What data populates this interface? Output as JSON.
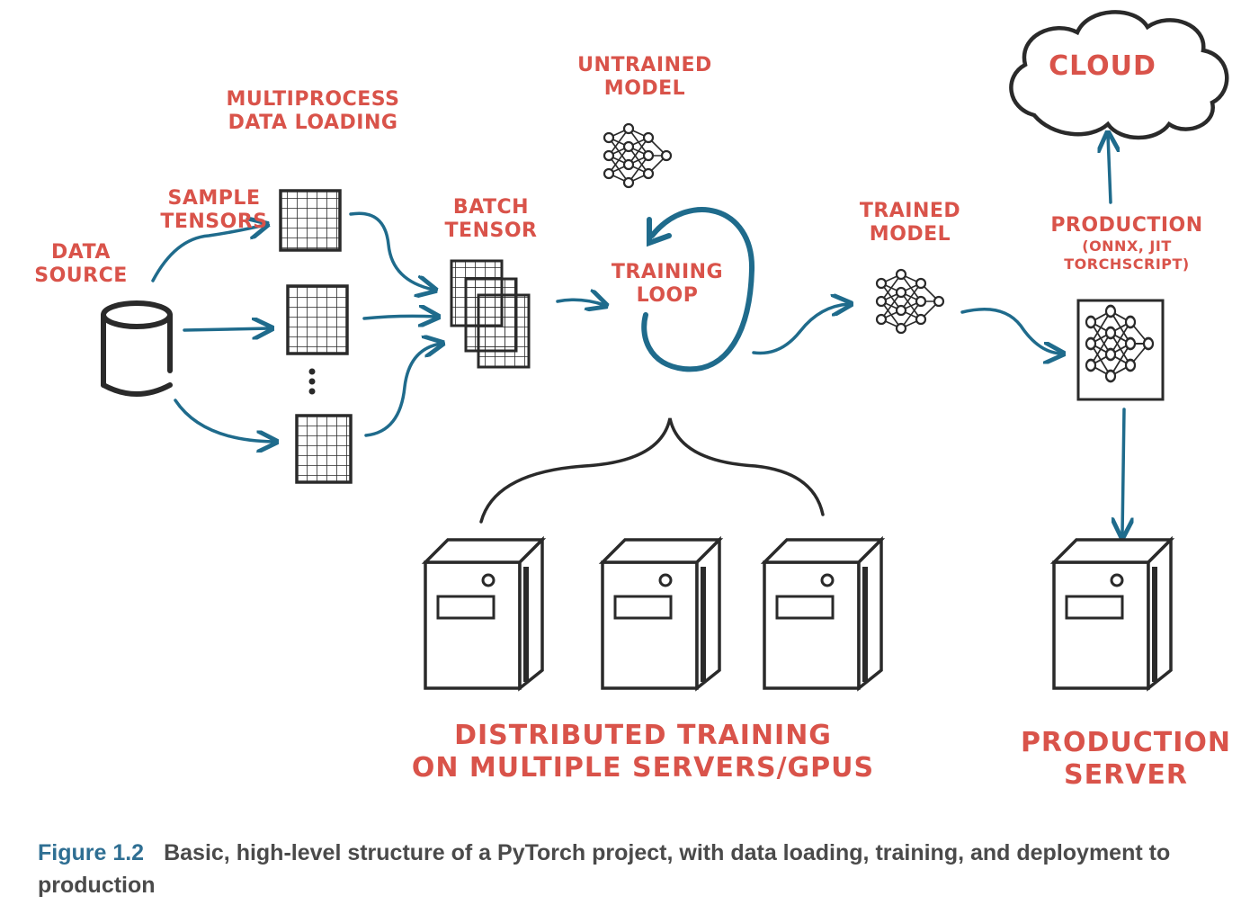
{
  "labels": {
    "data_source": [
      "DATA",
      "SOURCE"
    ],
    "sample_tensors": [
      "SAMPLE",
      "TENSORS"
    ],
    "multiprocess": [
      "MULTIPROCESS",
      "DATA LOADING"
    ],
    "batch_tensor": [
      "BATCH",
      "TENSOR"
    ],
    "untrained_model": [
      "UNTRAINED",
      "MODEL"
    ],
    "training_loop": [
      "TRAINING",
      "LOOP"
    ],
    "trained_model": [
      "TRAINED",
      "MODEL"
    ],
    "production": [
      "PRODUCTION",
      "(ONNX, JIT",
      "TORCHSCRIPT)"
    ],
    "cloud": "CLOUD",
    "distributed": [
      "DISTRIBUTED TRAINING",
      "ON MULTIPLE SERVERS/GPUs"
    ],
    "production_server": [
      "PRODUCTION",
      "SERVER"
    ]
  },
  "caption": {
    "number": "Figure 1.2",
    "text": "Basic, high-level structure of a PyTorch project, with data loading, training, and deployment to production"
  },
  "colors": {
    "label": "#d9534a",
    "arrow": "#1f6b8c",
    "ink": "#2a2a2a",
    "caption_number": "#2f6f93",
    "caption_text": "#4a4a4a"
  }
}
